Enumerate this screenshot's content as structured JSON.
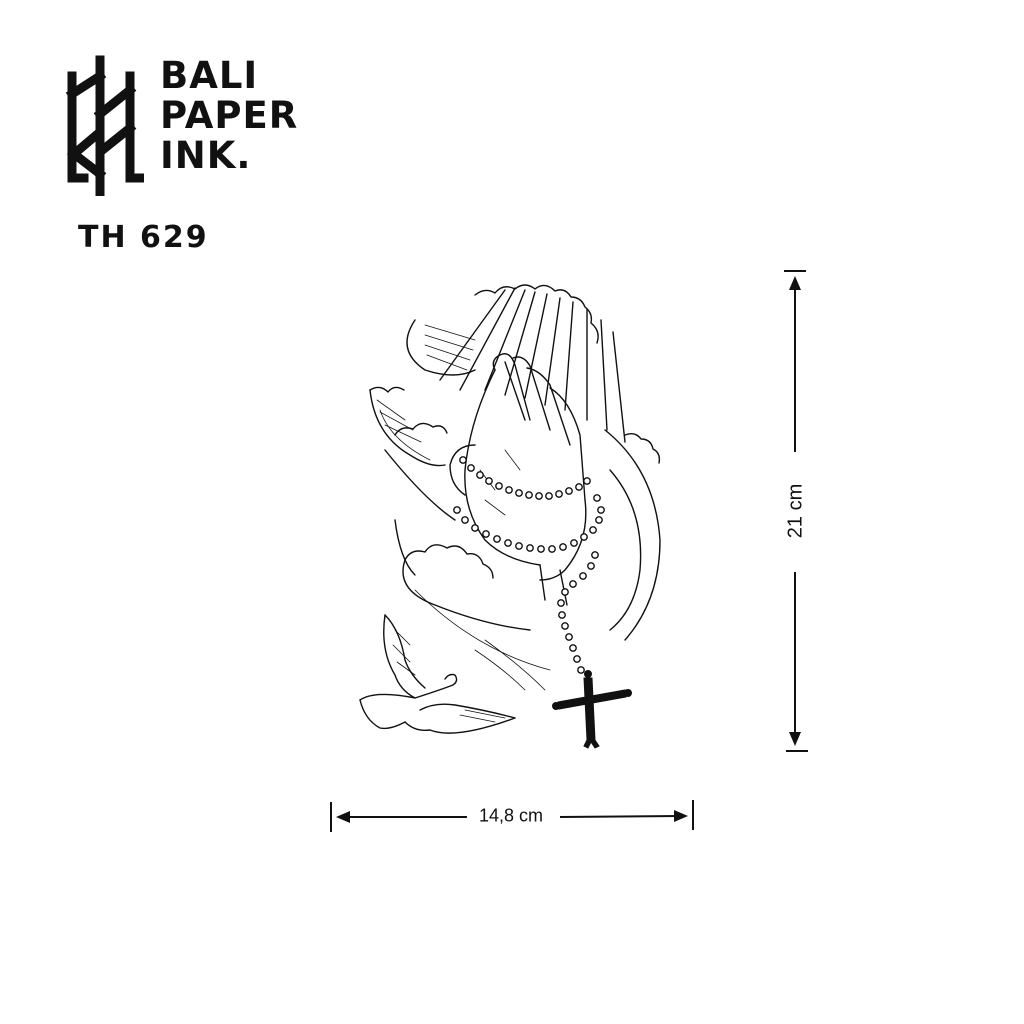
{
  "brand": {
    "lines": [
      "BALI",
      "PAPER",
      "INK."
    ],
    "logo_icon": "bpi-monogram-icon"
  },
  "product": {
    "code": "TH 629"
  },
  "artwork": {
    "subject": "praying-hands-rosary-dove-tattoo",
    "ink_color": "#111111"
  },
  "dimensions": {
    "height_label": "21 cm",
    "width_label": "14,8 cm"
  }
}
